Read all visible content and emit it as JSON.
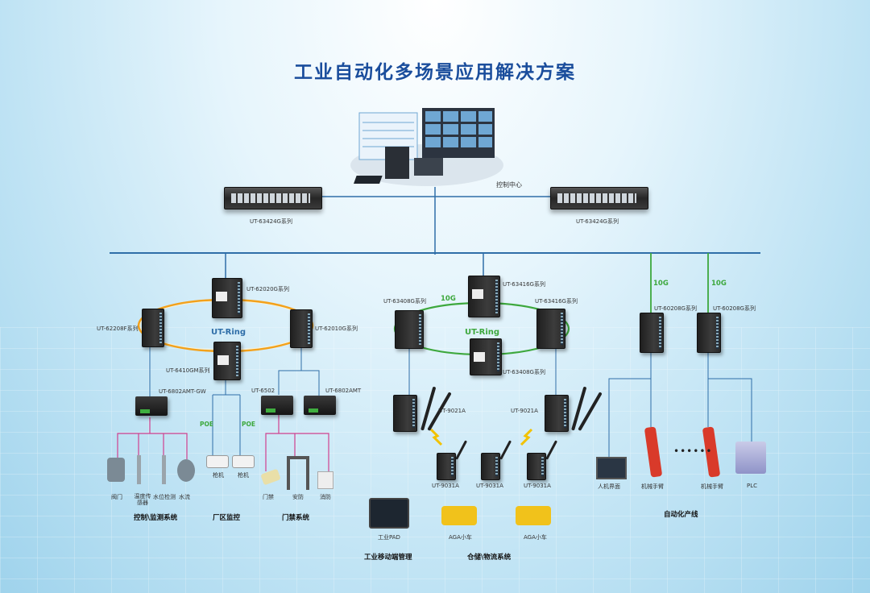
{
  "title": "工业自动化多场景应用解决方案",
  "control_center": "控制中心",
  "core_switches": [
    "UT-63424G系列",
    "UT-63424G系列"
  ],
  "left_ring": {
    "label": "UT-Ring",
    "color": "#f4a11a",
    "devices": [
      "UT-62020G系列",
      "UT-62208F系列",
      "UT-62010G系列",
      "UT-6410GM系列"
    ]
  },
  "mid_ring": {
    "label": "UT-Ring",
    "color": "#3da83d",
    "link_speed": "10G",
    "devices": [
      "UT-63416G系列",
      "UT-63408G系列",
      "UT-63416G系列",
      "UT-63408G系列"
    ]
  },
  "right_switches": {
    "link_speed": [
      "10G",
      "10G"
    ],
    "devices": [
      "UT-60208G系列",
      "UT-60208G系列"
    ]
  },
  "gateways": [
    "UT-6802AMT-GW",
    "UT-6502",
    "UT-6802AMT"
  ],
  "poe": [
    "POE",
    "POE"
  ],
  "ap_routers": [
    "UT-9021A",
    "UT-9021A"
  ],
  "clients": [
    "UT-9031A",
    "UT-9031A",
    "UT-9031A"
  ],
  "end_devices": {
    "control": [
      "阀门",
      "温度传感器",
      "水位检测",
      "水流"
    ],
    "cameras": [
      "枪机",
      "枪机"
    ],
    "access": [
      "门禁",
      "安防",
      "消防"
    ],
    "mobile": [
      "工业PAD"
    ],
    "logistics": [
      "AGA小车",
      "AGA小车"
    ],
    "line": [
      "人机界面",
      "机械手臂",
      "机械手臂",
      "PLC"
    ]
  },
  "dots": "••••••",
  "sections": [
    "控制\\监测系统",
    "厂区监控",
    "门禁系统",
    "工业移动端管理",
    "仓储\\物流系统",
    "自动化产线"
  ],
  "colors": {
    "title": "#1a4d9c",
    "trunk": "#2f6ea8",
    "magenta": "#d0408f",
    "green": "#3da83d",
    "orange": "#f4a11a"
  }
}
